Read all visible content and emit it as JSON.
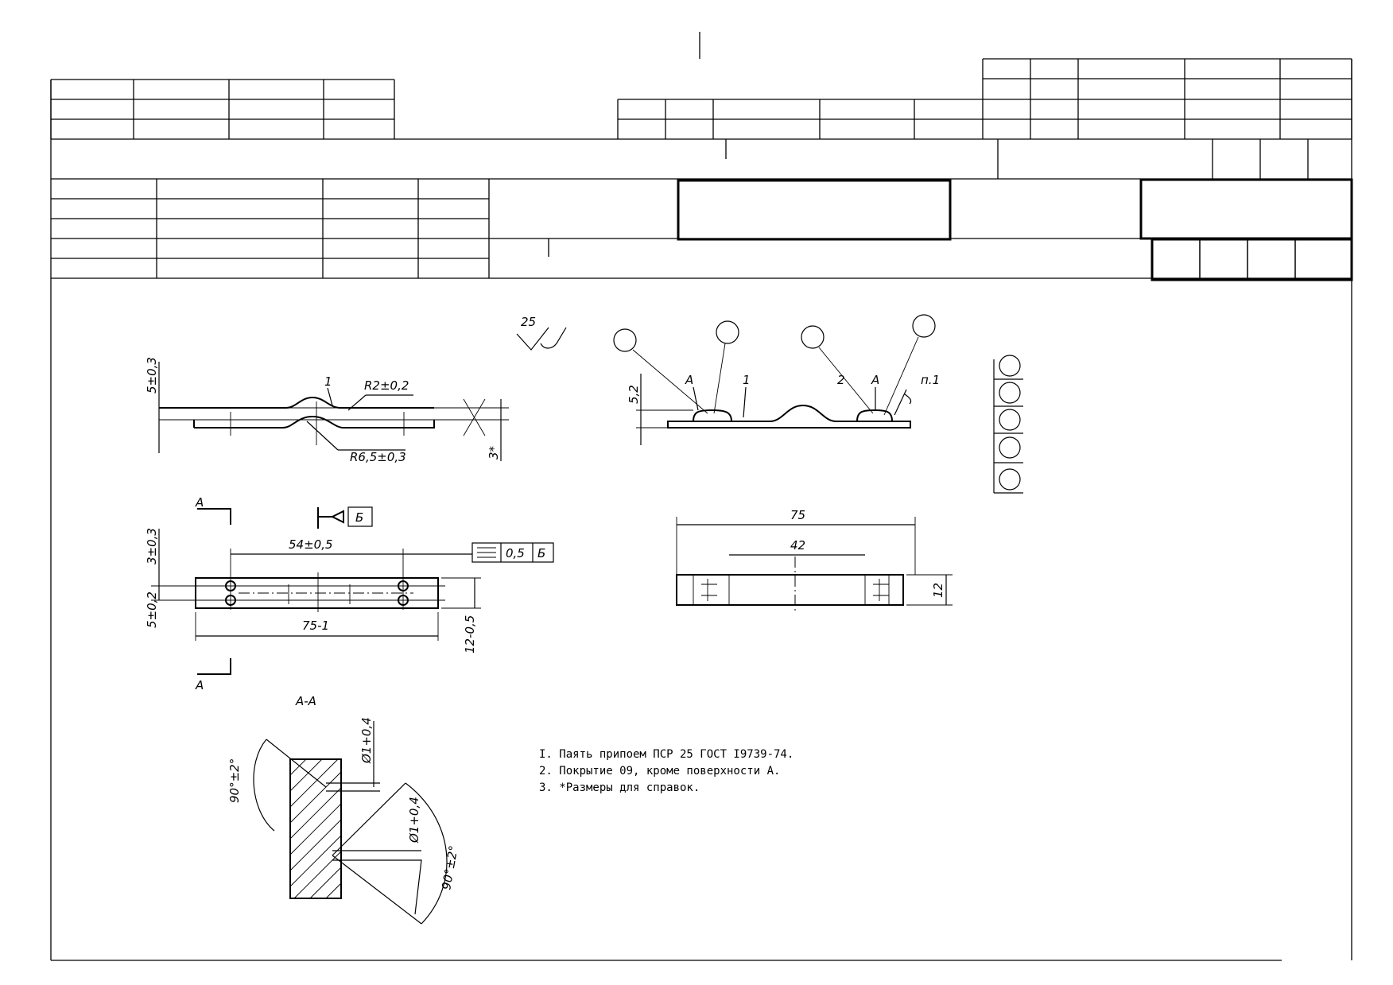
{
  "drawing": {
    "roughness": "25",
    "dims": {
      "thickness": "5±0,3",
      "r_small": "R2±0,2",
      "r_large": "R6,5±0,3",
      "pos_1": "1",
      "offset_ref": "3*",
      "hole_spacing": "54±0,5",
      "edge_offset": "3±0,3",
      "hole_pitch": "5±0,2",
      "length_tol": "75-1",
      "width_tol": "12-0,5",
      "datum": "Б",
      "tol_value": "0,5",
      "tol_datum": "Б",
      "section_mark": "А",
      "section_title": "А-А",
      "angle_1": "90°±2°",
      "angle_2": "90°±2°",
      "dia_1": "Ø1+0,4",
      "dia_2": "Ø1+0,4",
      "height": "5,2",
      "mark_a": "А",
      "pos_2": "2",
      "n1": "п.1",
      "overall_length": "75",
      "inner_length": "42",
      "width": "12"
    },
    "notes": [
      "I. Паять припоем ПСР 25 ГОСТ I9739-74.",
      "2. Покрытие 09, кроме поверхности А.",
      "3. *Размеры для справок."
    ]
  }
}
